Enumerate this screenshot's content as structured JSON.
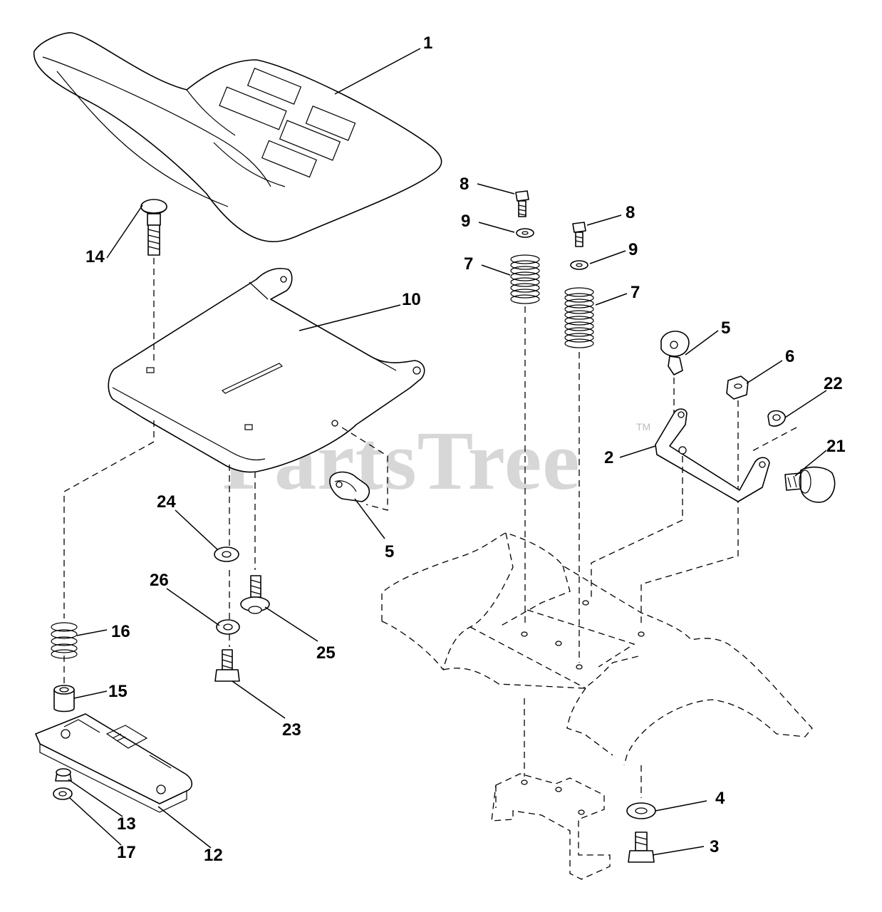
{
  "watermark": {
    "text": "PartsTree",
    "mark": "TM"
  },
  "callouts": [
    {
      "id": "c1",
      "label": "1"
    },
    {
      "id": "c8a",
      "label": "8"
    },
    {
      "id": "c8b",
      "label": "8"
    },
    {
      "id": "c9a",
      "label": "9"
    },
    {
      "id": "c9b",
      "label": "9"
    },
    {
      "id": "c7a",
      "label": "7"
    },
    {
      "id": "c7b",
      "label": "7"
    },
    {
      "id": "c14",
      "label": "14"
    },
    {
      "id": "c10",
      "label": "10"
    },
    {
      "id": "c5a",
      "label": "5"
    },
    {
      "id": "c5b",
      "label": "5"
    },
    {
      "id": "c6",
      "label": "6"
    },
    {
      "id": "c22",
      "label": "22"
    },
    {
      "id": "c2",
      "label": "2"
    },
    {
      "id": "c21",
      "label": "21"
    },
    {
      "id": "c24",
      "label": "24"
    },
    {
      "id": "c26",
      "label": "26"
    },
    {
      "id": "c25",
      "label": "25"
    },
    {
      "id": "c16",
      "label": "16"
    },
    {
      "id": "c15",
      "label": "15"
    },
    {
      "id": "c23",
      "label": "23"
    },
    {
      "id": "c13",
      "label": "13"
    },
    {
      "id": "c17",
      "label": "17"
    },
    {
      "id": "c12",
      "label": "12"
    },
    {
      "id": "c4",
      "label": "4"
    },
    {
      "id": "c3",
      "label": "3"
    }
  ]
}
